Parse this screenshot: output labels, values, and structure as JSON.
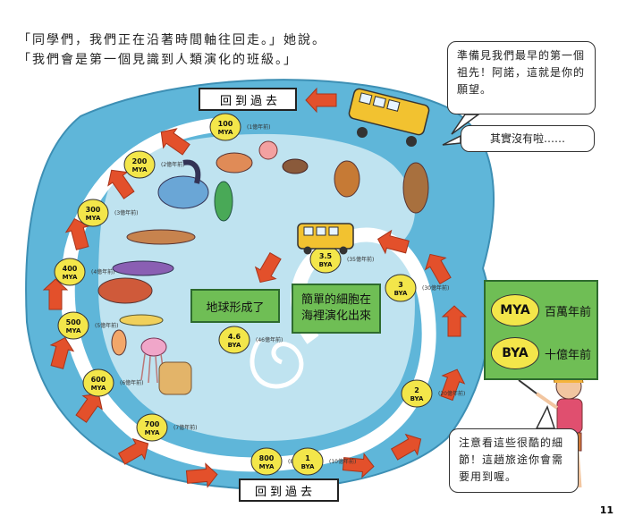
{
  "narration": {
    "line1": "「同學們，我們正在沿著時間軸往回走。」她說。",
    "line2": "「我們會是第一個見識到人類演化的班級。」"
  },
  "bubbles": {
    "top": "準備見我們最早的第一個祖先！阿諾，這就是你的願望。",
    "middle": "其實沒有啦……",
    "bottom": "注意看這些很酷的細節！這趟旅途你會需要用到喔。"
  },
  "signs": {
    "top": "回到過去",
    "bottom": "回到過去"
  },
  "boxes": {
    "earth": "地球形成了",
    "cell": "簡單的細胞在海裡演化出來"
  },
  "legend": {
    "mya_abbr": "MYA",
    "mya_meaning": "百萬年前",
    "bya_abbr": "BYA",
    "bya_meaning": "十億年前"
  },
  "milestones": [
    {
      "num": "100",
      "unit": "MYA",
      "sub": "(1億年前)"
    },
    {
      "num": "200",
      "unit": "MYA",
      "sub": "(2億年前)"
    },
    {
      "num": "300",
      "unit": "MYA",
      "sub": "(3億年前)"
    },
    {
      "num": "400",
      "unit": "MYA",
      "sub": "(4億年前)"
    },
    {
      "num": "500",
      "unit": "MYA",
      "sub": "(5億年前)"
    },
    {
      "num": "600",
      "unit": "MYA",
      "sub": "(6億年前)"
    },
    {
      "num": "700",
      "unit": "MYA",
      "sub": "(7億年前)"
    },
    {
      "num": "800",
      "unit": "MYA",
      "sub": "(8億年前)"
    },
    {
      "num": "1",
      "unit": "BYA",
      "sub": "(10億年前)"
    },
    {
      "num": "2",
      "unit": "BYA",
      "sub": "(20億年前)"
    },
    {
      "num": "3",
      "unit": "BYA",
      "sub": "(30億年前)"
    },
    {
      "num": "3.5",
      "unit": "BYA",
      "sub": "(35億年前)"
    },
    {
      "num": "4.6",
      "unit": "BYA",
      "sub": "(46億年前)"
    }
  ],
  "page_number": "11",
  "colors": {
    "water": "#5fb6d9",
    "water_light": "#bfe3f0",
    "arrow": "#e3502b",
    "badge": "#f3e64a",
    "green_box": "#6fbe55",
    "bus": "#f2c230"
  }
}
